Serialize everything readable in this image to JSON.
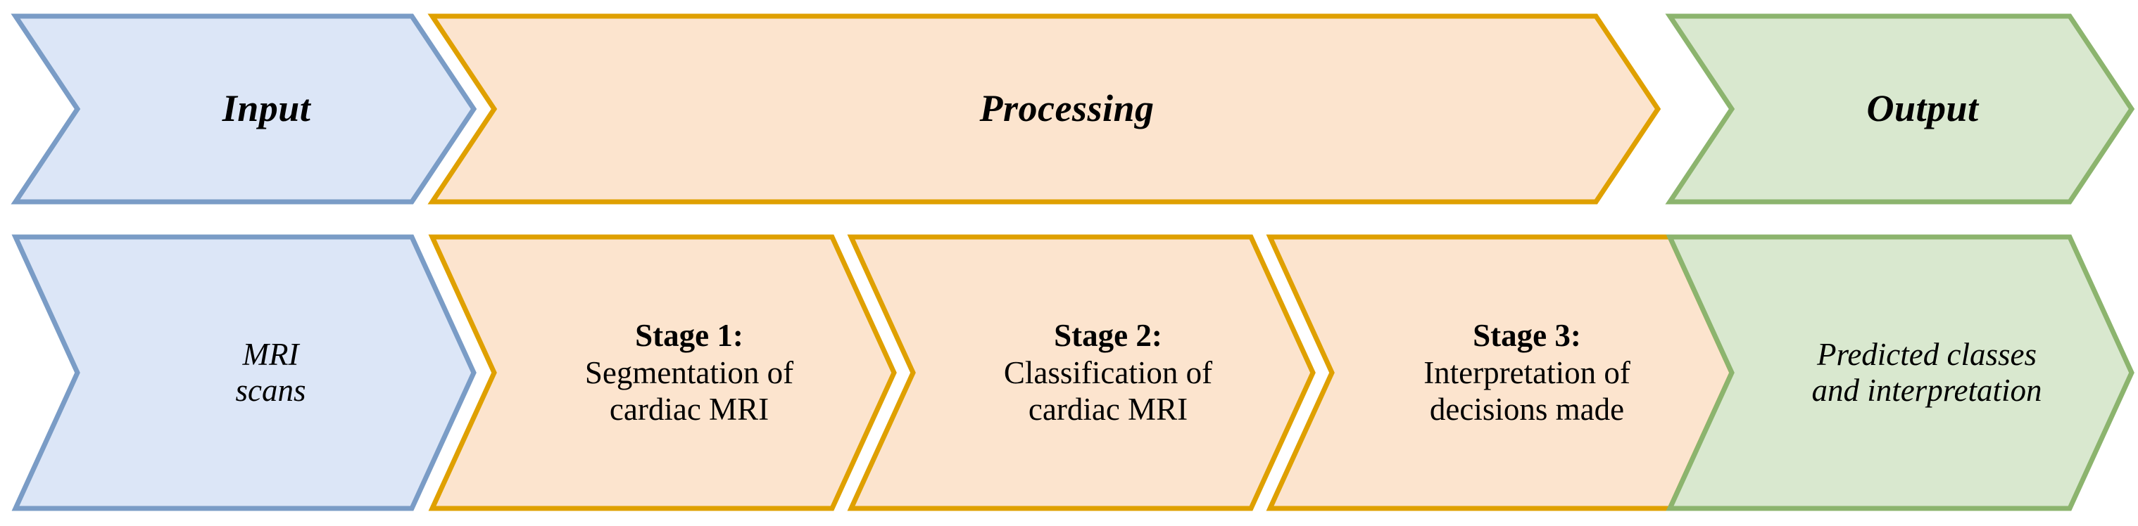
{
  "diagram": {
    "title_row": {
      "input": "Input",
      "processing": "Processing",
      "output": "Output"
    },
    "detail_row": {
      "input_lines": [
        "MRI",
        "scans"
      ],
      "stages": [
        {
          "title": "Stage 1:",
          "lines": [
            "Segmentation of",
            "cardiac MRI"
          ]
        },
        {
          "title": "Stage 2:",
          "lines": [
            "Classification of",
            "cardiac MRI"
          ]
        },
        {
          "title": "Stage 3:",
          "lines": [
            "Interpretation of",
            "decisions made"
          ]
        }
      ],
      "output_lines": [
        "Predicted classes",
        "and interpretation"
      ]
    },
    "colors": {
      "input_fill": "#dce6f7",
      "input_stroke": "#7a9cc6",
      "processing_fill": "#fce4ce",
      "processing_stroke": "#dfa000",
      "output_fill": "#d9e8cf",
      "output_stroke": "#8cb46e",
      "text": "#000000",
      "background": "#ffffff"
    }
  }
}
